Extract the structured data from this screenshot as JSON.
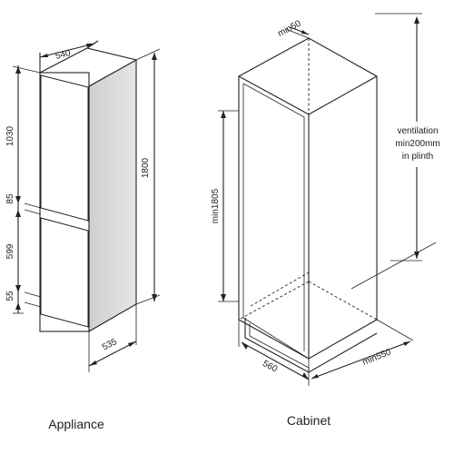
{
  "appliance": {
    "caption": "Appliance",
    "dims": {
      "width_top": "540",
      "height_upper": "1030",
      "gap_middle": "85",
      "height_lower": "599",
      "plinth": "55",
      "total_height": "1800",
      "depth_bottom": "535"
    }
  },
  "cabinet": {
    "caption": "Cabinet",
    "dims": {
      "top_clearance": "min50",
      "niche_height": "min1805",
      "width_bottom": "560",
      "depth_bottom": "min550"
    },
    "ventilation": [
      "ventilation",
      "min200mm",
      "in plinth"
    ]
  },
  "colors": {
    "line": "#222222",
    "panel_fill": "#d9d9d9",
    "background": "#ffffff"
  }
}
